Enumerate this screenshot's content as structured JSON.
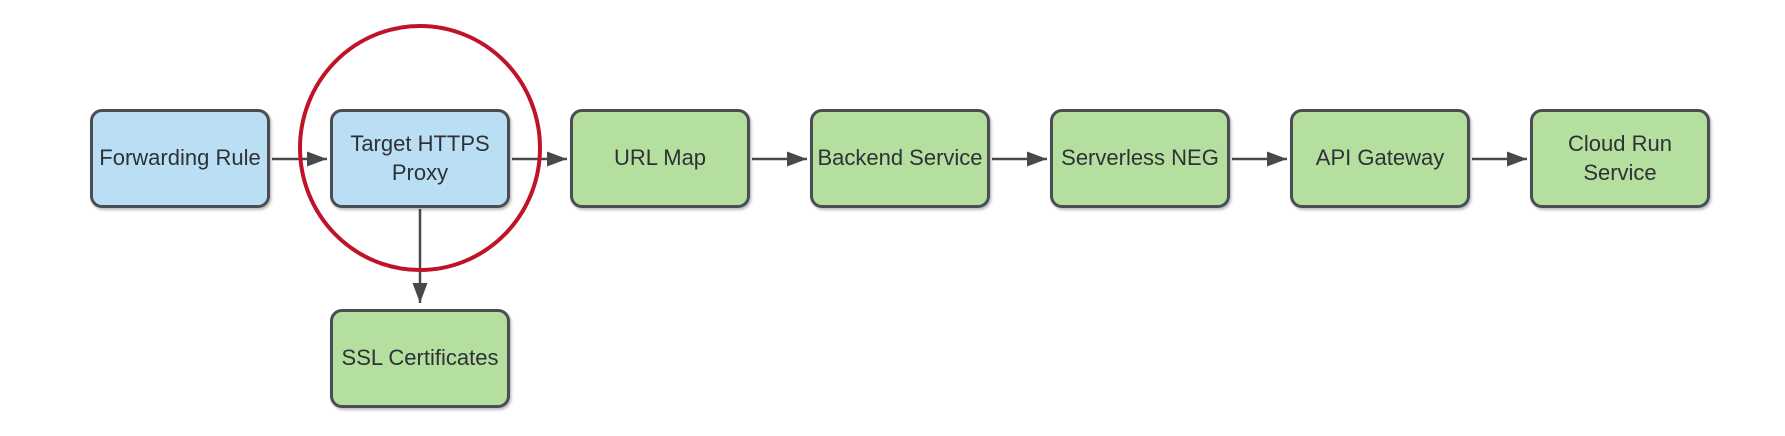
{
  "diagram": {
    "nodes": [
      {
        "id": "forwarding-rule",
        "label": "Forwarding Rule",
        "fill": "#BADFF4",
        "color_name": "blue"
      },
      {
        "id": "target-https-proxy",
        "label": "Target HTTPS Proxy",
        "fill": "#BADFF4",
        "color_name": "blue",
        "annotation": "red-circle-highlight"
      },
      {
        "id": "url-map",
        "label": "URL Map",
        "fill": "#B5DF9F",
        "color_name": "green"
      },
      {
        "id": "backend-service",
        "label": "Backend Service",
        "fill": "#B5DF9F",
        "color_name": "green"
      },
      {
        "id": "serverless-neg",
        "label": "Serverless NEG",
        "fill": "#B5DF9F",
        "color_name": "green"
      },
      {
        "id": "api-gateway",
        "label": "API Gateway",
        "fill": "#B5DF9F",
        "color_name": "green"
      },
      {
        "id": "cloud-run-service",
        "label": "Cloud Run Service",
        "fill": "#B5DF9F",
        "color_name": "green"
      },
      {
        "id": "ssl-certificates",
        "label": "SSL Certificates",
        "fill": "#B5DF9F",
        "color_name": "green"
      }
    ],
    "edges": [
      {
        "from": "forwarding-rule",
        "to": "target-https-proxy",
        "direction": "right"
      },
      {
        "from": "target-https-proxy",
        "to": "url-map",
        "direction": "right"
      },
      {
        "from": "url-map",
        "to": "backend-service",
        "direction": "right"
      },
      {
        "from": "backend-service",
        "to": "serverless-neg",
        "direction": "right"
      },
      {
        "from": "serverless-neg",
        "to": "api-gateway",
        "direction": "right"
      },
      {
        "from": "api-gateway",
        "to": "cloud-run-service",
        "direction": "right"
      },
      {
        "from": "target-https-proxy",
        "to": "ssl-certificates",
        "direction": "down"
      }
    ],
    "colors": {
      "node_blue_fill": "#BADFF4",
      "node_green_fill": "#B5DF9F",
      "node_border": "#4A4E54",
      "connector": "#45494E",
      "highlight_red": "#C01328",
      "text": "#2E3135",
      "background": "#FFFFFF"
    }
  }
}
